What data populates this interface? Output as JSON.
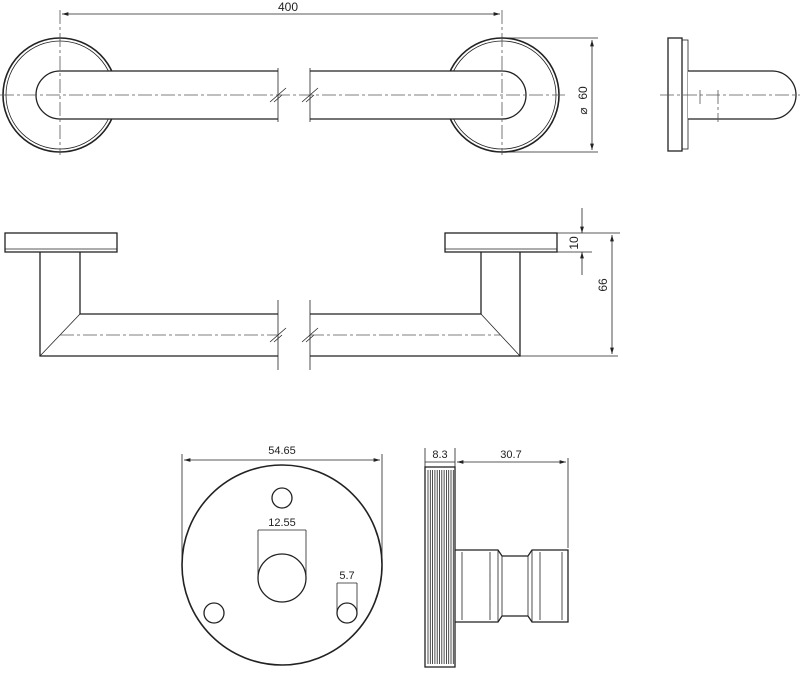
{
  "dimensions": {
    "length": "400",
    "diameter": "60",
    "diameter_symbol": "⌀",
    "height": "66",
    "plate_thickness": "10",
    "plate_width": "54.65",
    "center_hole": "12.55",
    "small_hole": "5.7",
    "flange_thickness": "8.3",
    "stem_length": "30.7"
  },
  "colors": {
    "line": "#222222",
    "background": "#ffffff"
  }
}
